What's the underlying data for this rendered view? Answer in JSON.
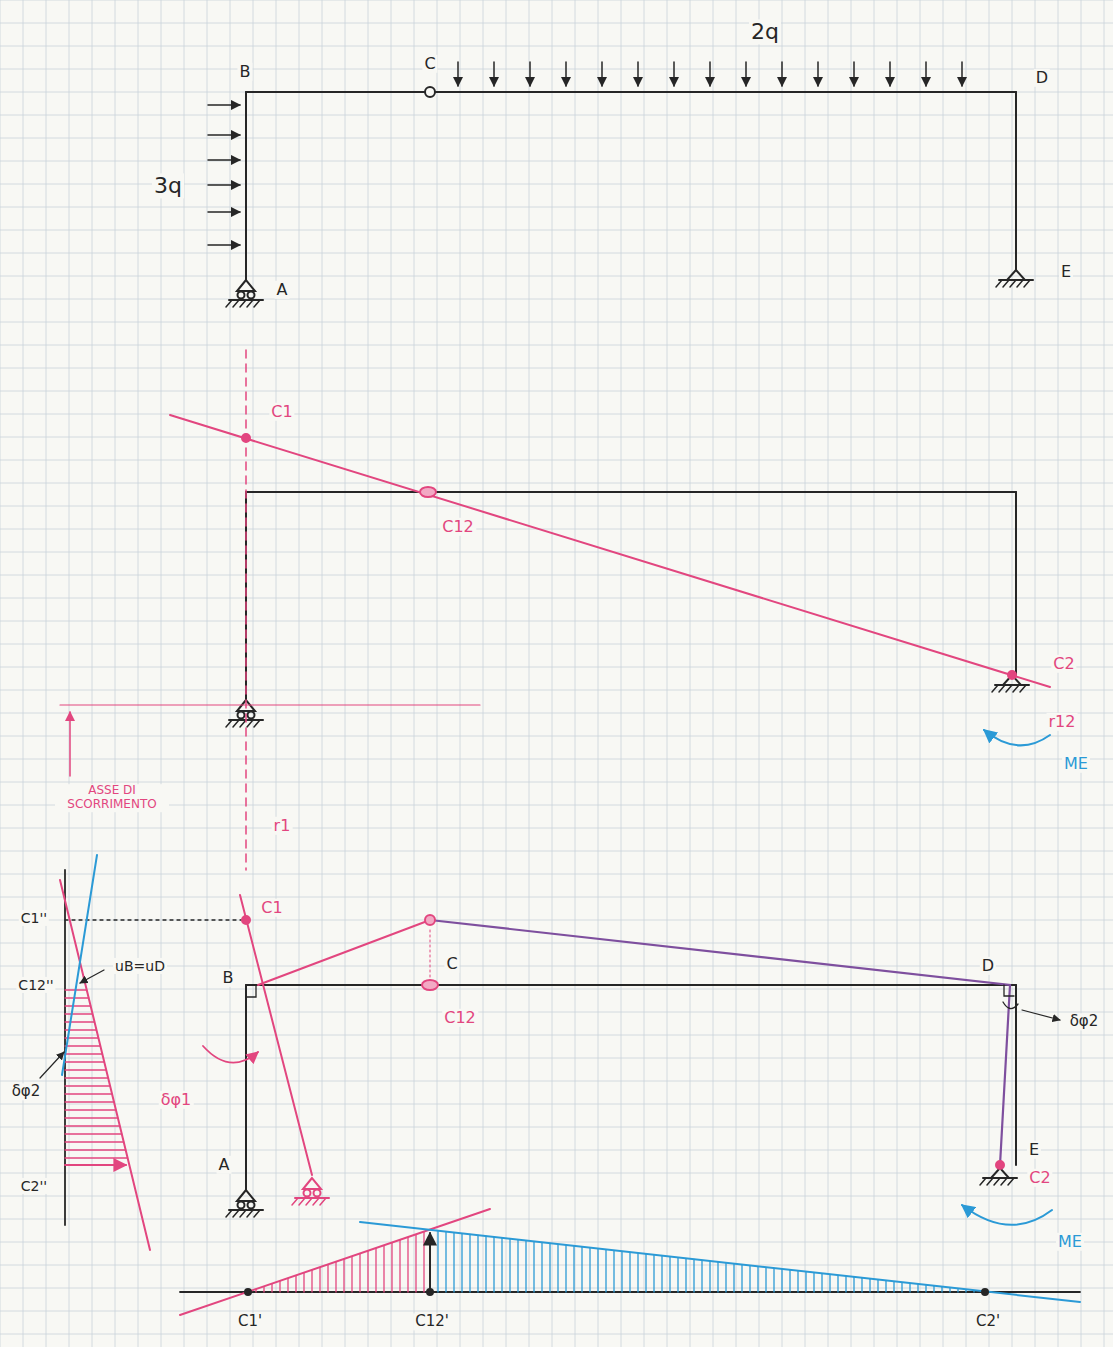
{
  "diagram": {
    "labels": [
      "2q",
      "3q",
      "B",
      "C",
      "D",
      "A",
      "E",
      "C1",
      "C12",
      "C2",
      "r12",
      "ME",
      "r1",
      "ASSE DI SCORRIMENTO",
      "C1''",
      "C12''",
      "uB=uD",
      "B",
      "δφ2",
      "δφ1",
      "C2''",
      "C1",
      "C",
      "C12",
      "A",
      "D",
      "δφ2",
      "E",
      "C2",
      "ME",
      "C1'",
      "C12'",
      "C2'"
    ]
  }
}
